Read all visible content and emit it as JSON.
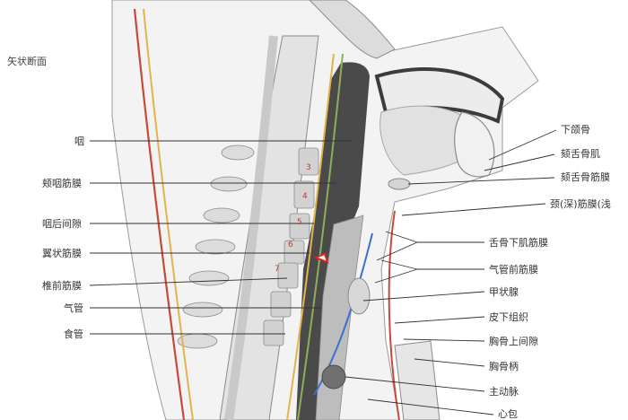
{
  "title": "矢状断面",
  "left_labels": [
    {
      "name": "label-pharynx",
      "text": "咽"
    },
    {
      "name": "label-buccopharyngeal-fascia",
      "text": "颊咽筋膜"
    },
    {
      "name": "label-retropharyngeal-space",
      "text": "咽后间隙"
    },
    {
      "name": "label-alar-fascia",
      "text": "翼状筋膜"
    },
    {
      "name": "label-prevertebral-fascia",
      "text": "椎前筋膜"
    },
    {
      "name": "label-trachea",
      "text": "气管"
    },
    {
      "name": "label-esophagus",
      "text": "食管"
    }
  ],
  "right_labels": [
    {
      "name": "label-mandible",
      "text": "下颌骨"
    },
    {
      "name": "label-geniohyoid-muscle",
      "text": "颏舌骨肌"
    },
    {
      "name": "label-geniohyoid-fascia",
      "text": "颏舌骨筋膜"
    },
    {
      "name": "label-deep-cervical-fascia",
      "text": "颈(深)筋膜(浅"
    },
    {
      "name": "label-infrahyoid-fascia",
      "text": "舌骨下肌筋膜"
    },
    {
      "name": "label-pretracheal-fascia",
      "text": "气管前筋膜"
    },
    {
      "name": "label-thyroid",
      "text": "甲状腺"
    },
    {
      "name": "label-subcutaneous",
      "text": "皮下组织"
    },
    {
      "name": "label-suprasternal-space",
      "text": "胸骨上间隙"
    },
    {
      "name": "label-manubrium",
      "text": "胸骨柄"
    },
    {
      "name": "label-aorta",
      "text": "主动脉"
    },
    {
      "name": "label-pericardium",
      "text": "心包"
    }
  ],
  "vertebra_numbers": [
    "3",
    "4",
    "5",
    "6",
    "7"
  ],
  "colors": {
    "skin_red": "#c8493a",
    "fascia_yellow": "#e3b44a",
    "fascia_green": "#8fae5a",
    "fascia_blue": "#3d6fd0",
    "airway_dark": "#3c3c3c",
    "bone": "#e6e6e6",
    "tissue": "#d9d9d9",
    "marker_red": "#e0242a"
  }
}
